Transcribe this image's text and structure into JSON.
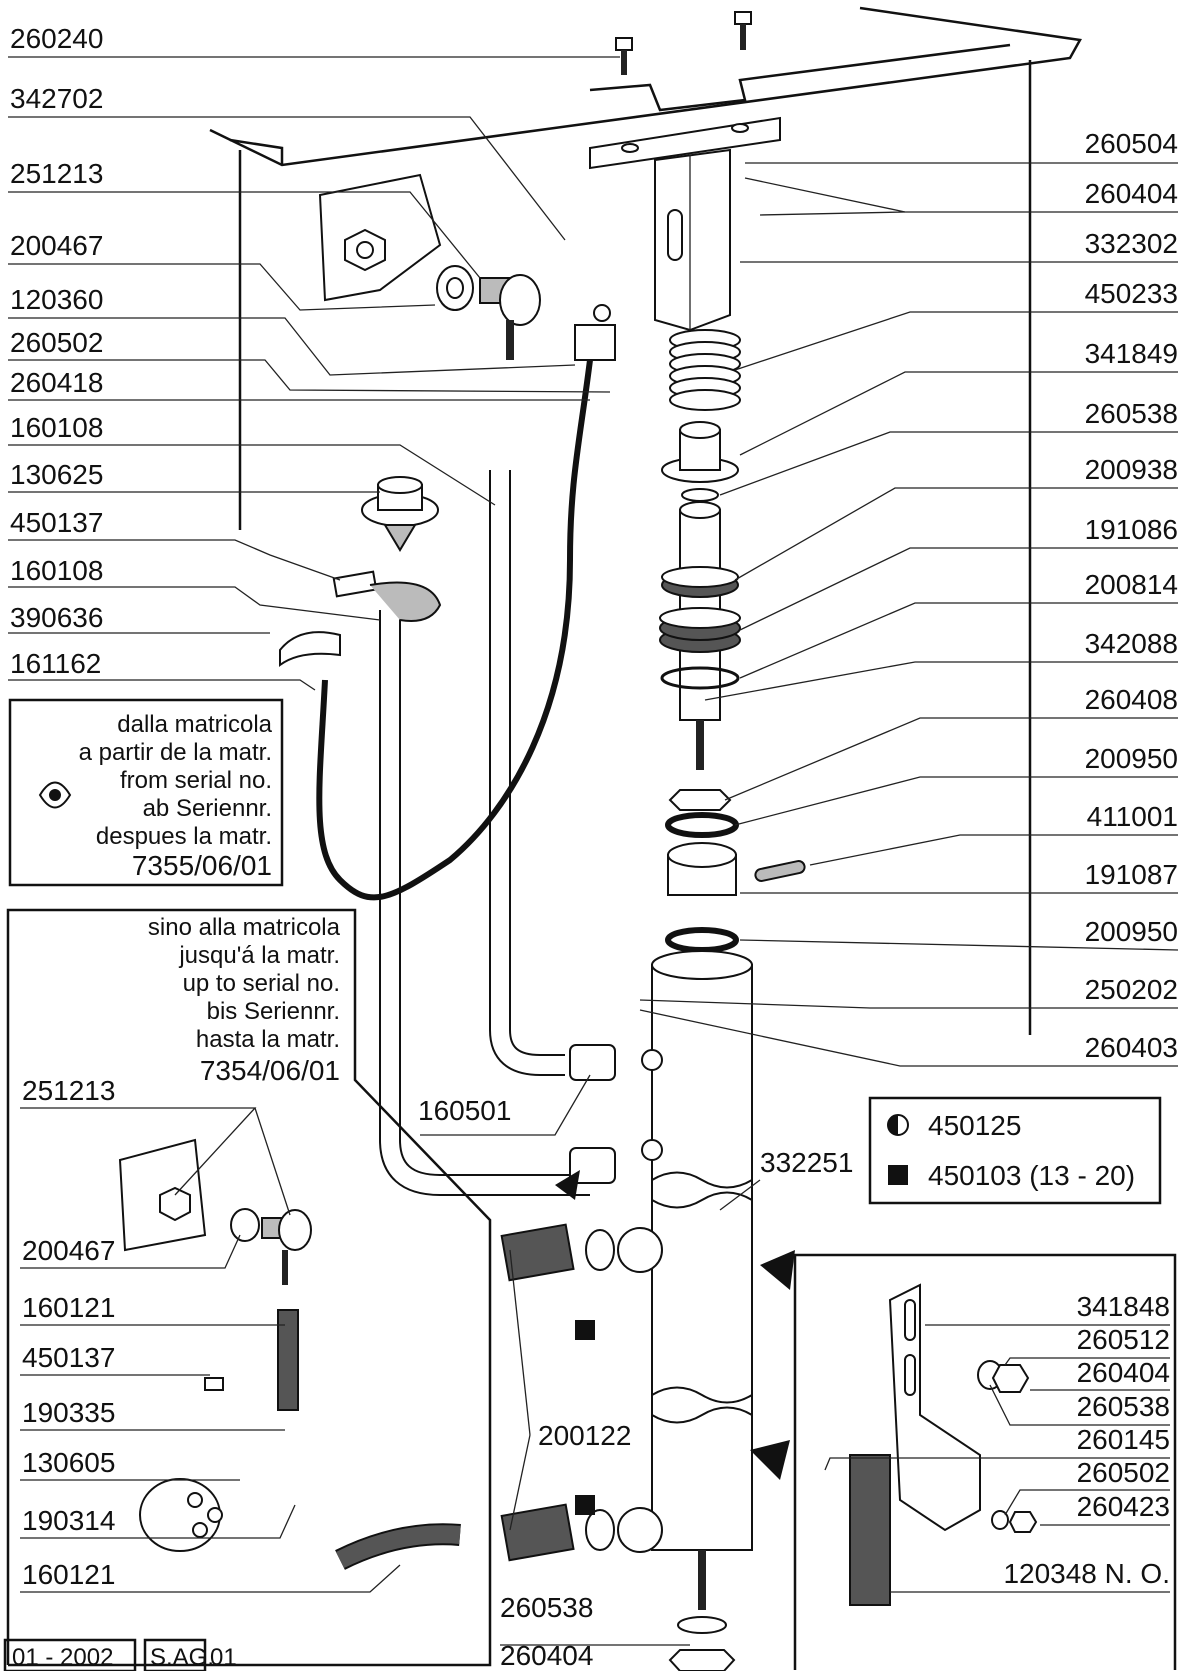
{
  "labels_left": [
    "260240",
    "342702",
    "251213",
    "200467",
    "120360",
    "260502",
    "260418",
    "160108",
    "130625",
    "450137",
    "160108",
    "390636",
    "161162"
  ],
  "labels_right": [
    "260504",
    "260404",
    "332302",
    "450233",
    "341849",
    "260538",
    "200938",
    "191086",
    "200814",
    "342088",
    "260408",
    "200950",
    "411001",
    "191087",
    "200950",
    "250202",
    "260403"
  ],
  "note_after": {
    "lines": [
      "dalla matricola",
      "a partir de la matr.",
      "from serial no.",
      "ab Seriennr.",
      "despues la matr.",
      "7355/06/01"
    ]
  },
  "note_before": {
    "lines": [
      "sino alla matricola",
      "jusqu'á la matr.",
      "up to serial no.",
      "bis Seriennr.",
      "hasta la matr.",
      "7354/06/01"
    ]
  },
  "inset_labels": [
    "251213",
    "200467",
    "160121",
    "450137",
    "190335",
    "130605",
    "190314",
    "160121"
  ],
  "center_labels": {
    "l160501": "160501",
    "l332251": "332251",
    "l200122": "200122",
    "l260538": "260538",
    "l260404": "260404"
  },
  "legend": {
    "half_circle_code": "450125",
    "square_code": "450103 (13 - 20)"
  },
  "bracket_labels": [
    "341848",
    "260512",
    "260404",
    "260538",
    "260145",
    "260502",
    "260423",
    "120348  N. O."
  ],
  "footer": {
    "date": "01 - 2002",
    "code": "S.AG.",
    "rev": "01"
  }
}
